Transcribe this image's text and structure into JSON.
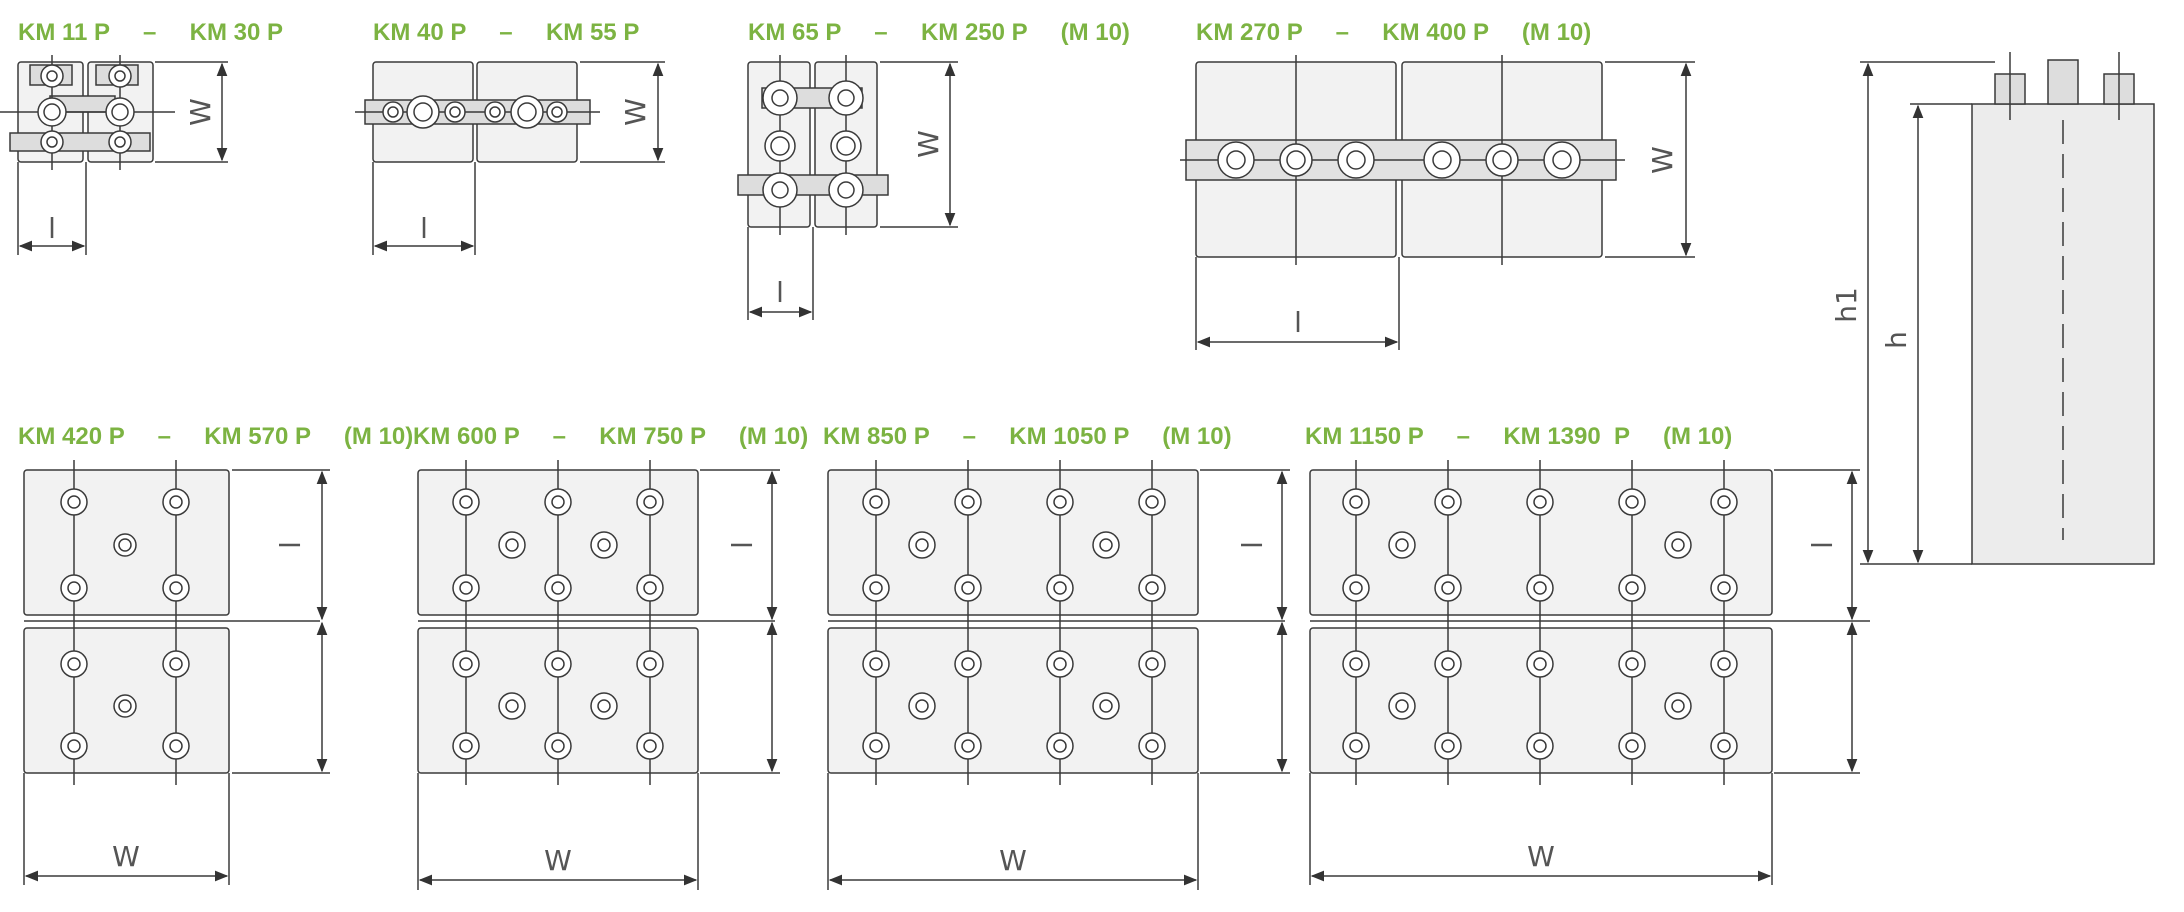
{
  "colors": {
    "title": "#7cb342",
    "line": "#3a3a3a",
    "panel": "#eeeeee",
    "panel_dark": "#d8d8d8"
  },
  "groups": [
    {
      "id": "g1",
      "title": "KM 11 P     –     KM 30 P",
      "dim_len": "l",
      "dim_w": "W"
    },
    {
      "id": "g2",
      "title": "KM 40 P     –     KM 55 P",
      "dim_len": "l",
      "dim_w": "W"
    },
    {
      "id": "g3",
      "title": "KM 65 P     –     KM 250 P     (M 10)",
      "dim_len": "l",
      "dim_w": "W"
    },
    {
      "id": "g4",
      "title": "KM 270 P     –     KM 400 P     (M 10)",
      "dim_len": "l",
      "dim_w": "W"
    },
    {
      "id": "g5",
      "title": "KM 420 P     –     KM 570 P     (M 10)",
      "dim_len": "l",
      "dim_w": "W"
    },
    {
      "id": "g6",
      "title": "KM 600 P     –     KM 750 P     (M 10)",
      "dim_len": "l",
      "dim_w": "W"
    },
    {
      "id": "g7",
      "title": "KM 850 P     –     KM 1050 P     (M 10)",
      "dim_len": "l",
      "dim_w": "W"
    },
    {
      "id": "g8",
      "title": "KM 1150 P     –     KM 1390  P     (M 10)",
      "dim_len": "l",
      "dim_w": "W"
    }
  ],
  "side_view": {
    "dim_h1": "h1",
    "dim_h": "h"
  }
}
